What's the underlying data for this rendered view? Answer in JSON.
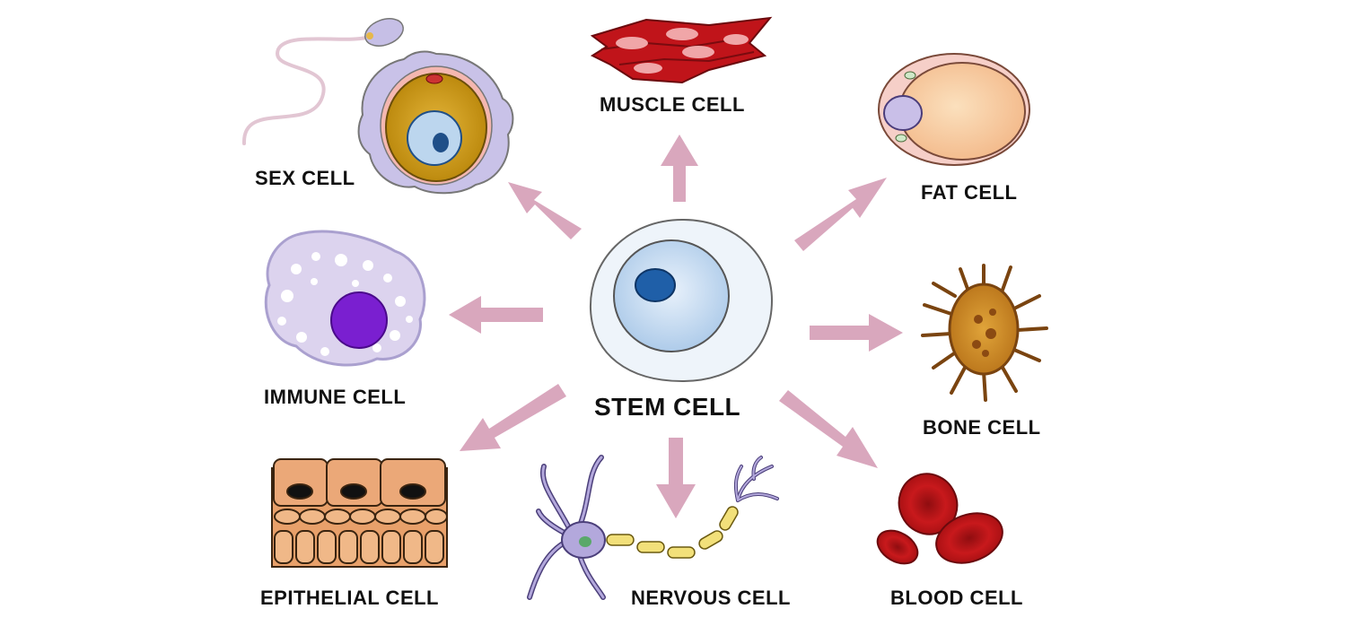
{
  "center": {
    "label": "STEM CELL"
  },
  "cells": {
    "muscle": {
      "label": "MUSCLE CELL"
    },
    "fat": {
      "label": "FAT CELL"
    },
    "sex": {
      "label": "SEX CELL"
    },
    "immune": {
      "label": "IMMUNE CELL"
    },
    "bone": {
      "label": "BONE CELL"
    },
    "epithelial": {
      "label": "EPITHELIAL CELL"
    },
    "nervous": {
      "label": "NERVOUS CELL"
    },
    "blood": {
      "label": "BLOOD CELL"
    }
  },
  "colors": {
    "arrow": "#d9a7bd",
    "stem_outer": "#e9f1f9",
    "stem_inner": "#bcd6ee",
    "stem_nucleus": "#1f5fa8",
    "muscle": "#c0141a",
    "fat": "#f7cfa0",
    "immune_nucleus": "#7a1fd0",
    "bone": "#9a5d1c",
    "epithelial": "#e8a06a",
    "nerve": "#b3a8dc",
    "blood": "#c11a1a"
  }
}
